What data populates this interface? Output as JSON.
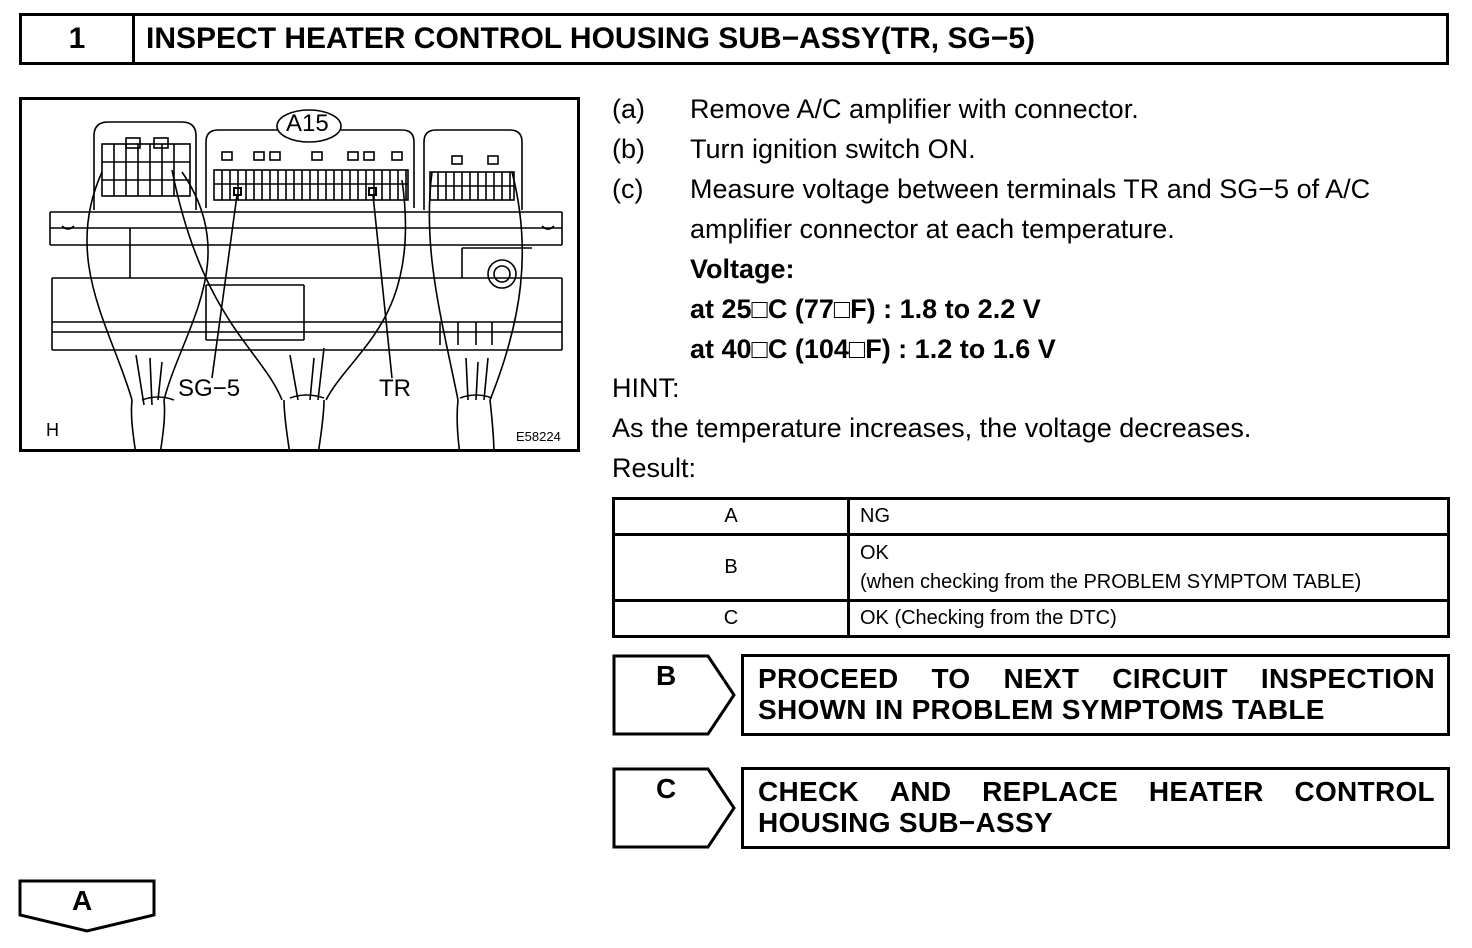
{
  "header": {
    "step_number": "1",
    "title": "INSPECT HEATER CONTROL HOUSING SUB−ASSY(TR, SG−5)"
  },
  "figure": {
    "connector_id": "A15",
    "label_sg5": "SG−5",
    "label_tr": "TR",
    "label_h": "H",
    "code": "E58224"
  },
  "steps": [
    {
      "letter": "(a)",
      "text": "Remove A/C amplifier with connector."
    },
    {
      "letter": "(b)",
      "text": "Turn ignition switch ON."
    },
    {
      "letter": "(c)",
      "text_line1": "Measure voltage between terminals TR and SG−5 of A/C",
      "text_line2": "amplifier connector at each temperature."
    }
  ],
  "spec": {
    "label": "Voltage:",
    "line1": "at 25□C (77□F) : 1.8 to 2.2 V",
    "line2": "at 40□C (104□F) : 1.2 to 1.6 V"
  },
  "hint": {
    "label": "HINT:",
    "text": "As the temperature increases, the voltage decreases."
  },
  "result": {
    "label": "Result:",
    "rows": [
      {
        "code": "A",
        "text": "NG"
      },
      {
        "code": "B",
        "text_line1": "OK",
        "text_line2": "(when checking from the PROBLEM SYMPTOM TABLE)"
      },
      {
        "code": "C",
        "text": "OK (Checking from the DTC)"
      }
    ]
  },
  "branches": [
    {
      "letter": "B",
      "line1": [
        "PROCEED",
        "TO",
        "NEXT",
        "CIRCUIT",
        "INSPECTION"
      ],
      "line2": "SHOWN IN PROBLEM SYMPTOMS TABLE"
    },
    {
      "letter": "C",
      "line1": [
        "CHECK",
        "AND",
        "REPLACE",
        "HEATER",
        "CONTROL"
      ],
      "line2": "HOUSING SUB−ASSY"
    }
  ],
  "next": {
    "letter": "A"
  }
}
